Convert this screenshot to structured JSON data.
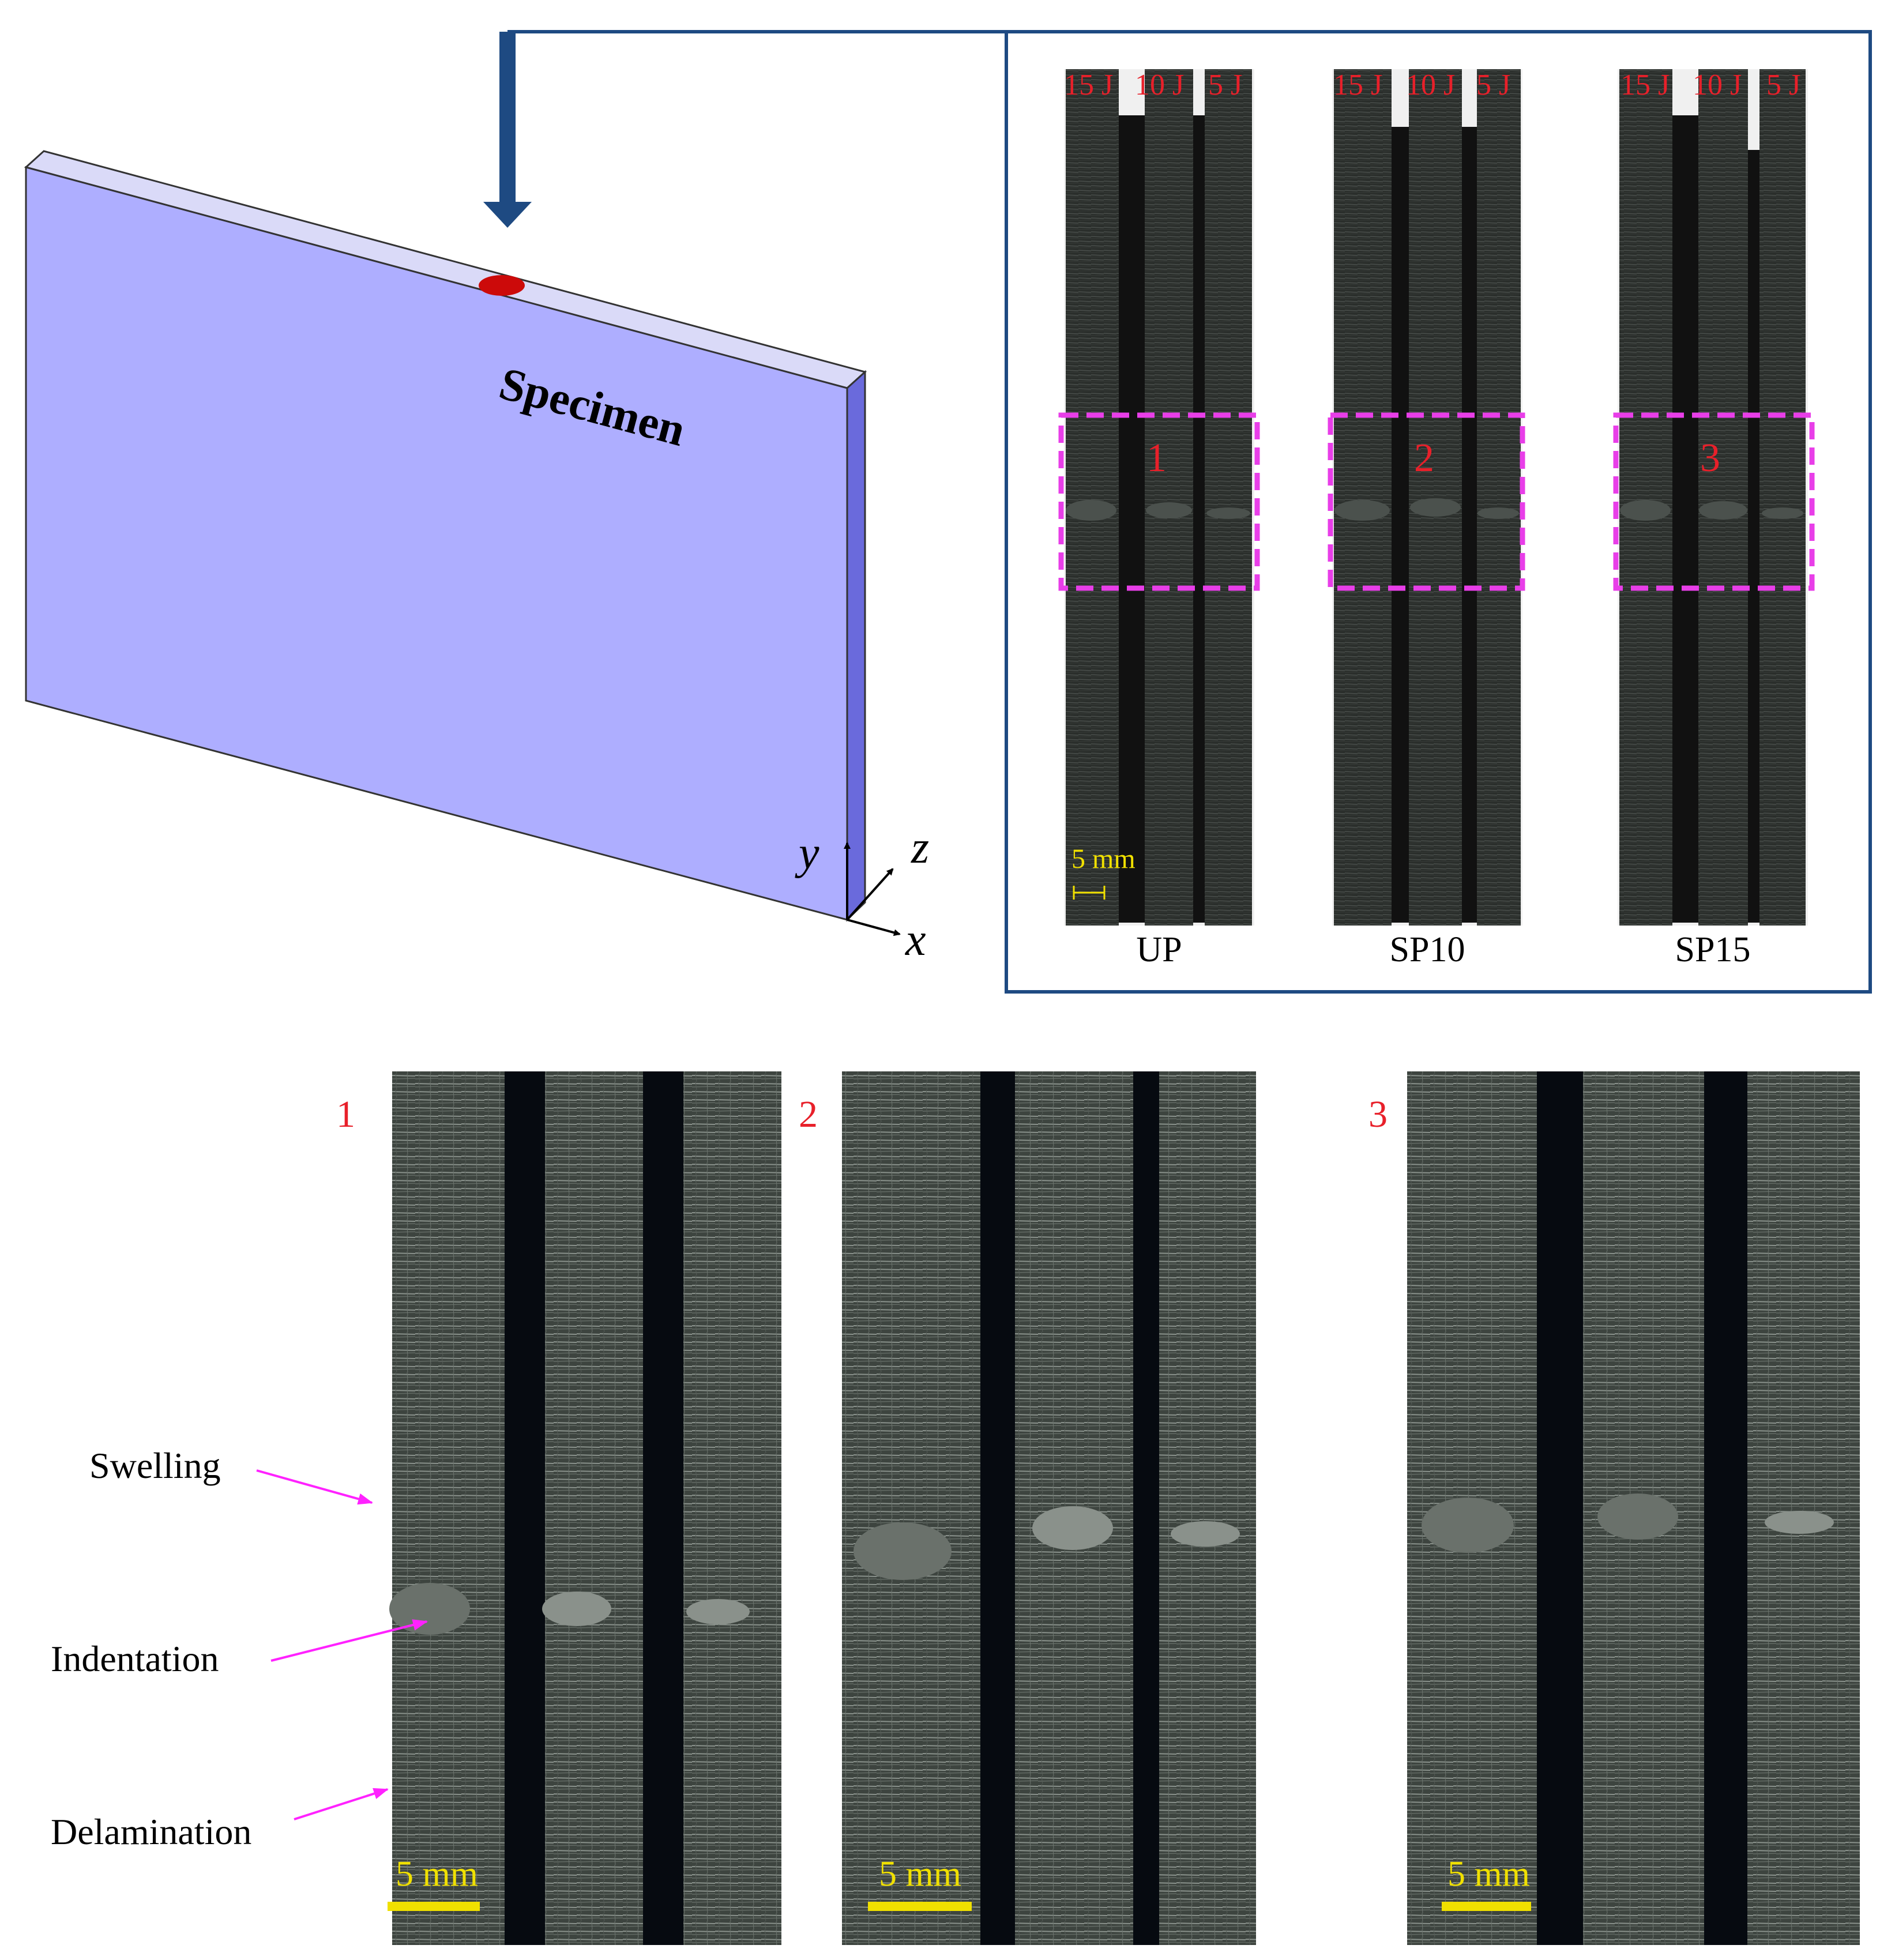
{
  "schematic": {
    "specimen_label": "Specimen",
    "axes": {
      "x": "x",
      "y": "y",
      "z": "z"
    },
    "colors": {
      "face": "#aeaeff",
      "top": "#dadaf8",
      "side": "#6a6adc",
      "impact": "#cc0a0a",
      "arrow": "#1e4a82"
    }
  },
  "overview": {
    "energy_labels": [
      "15 J",
      "10 J",
      "5 J"
    ],
    "samples": [
      {
        "name": "UP",
        "box": "1"
      },
      {
        "name": "SP10",
        "box": "2"
      },
      {
        "name": "SP15",
        "box": "3"
      }
    ],
    "scale_bar": "5 mm",
    "colors": {
      "frame": "#1e4a82",
      "box": "#e83ee8",
      "label": "#e8202a",
      "scale": "#f0e000"
    }
  },
  "closeups": [
    {
      "number": "1",
      "scale_bar": "5 mm"
    },
    {
      "number": "2",
      "scale_bar": "5 mm"
    },
    {
      "number": "3",
      "scale_bar": "5 mm"
    }
  ],
  "callouts": {
    "swelling": "Swelling",
    "indentation": "Indentation",
    "delamination": "Delamination",
    "color": "#ff22ff"
  }
}
